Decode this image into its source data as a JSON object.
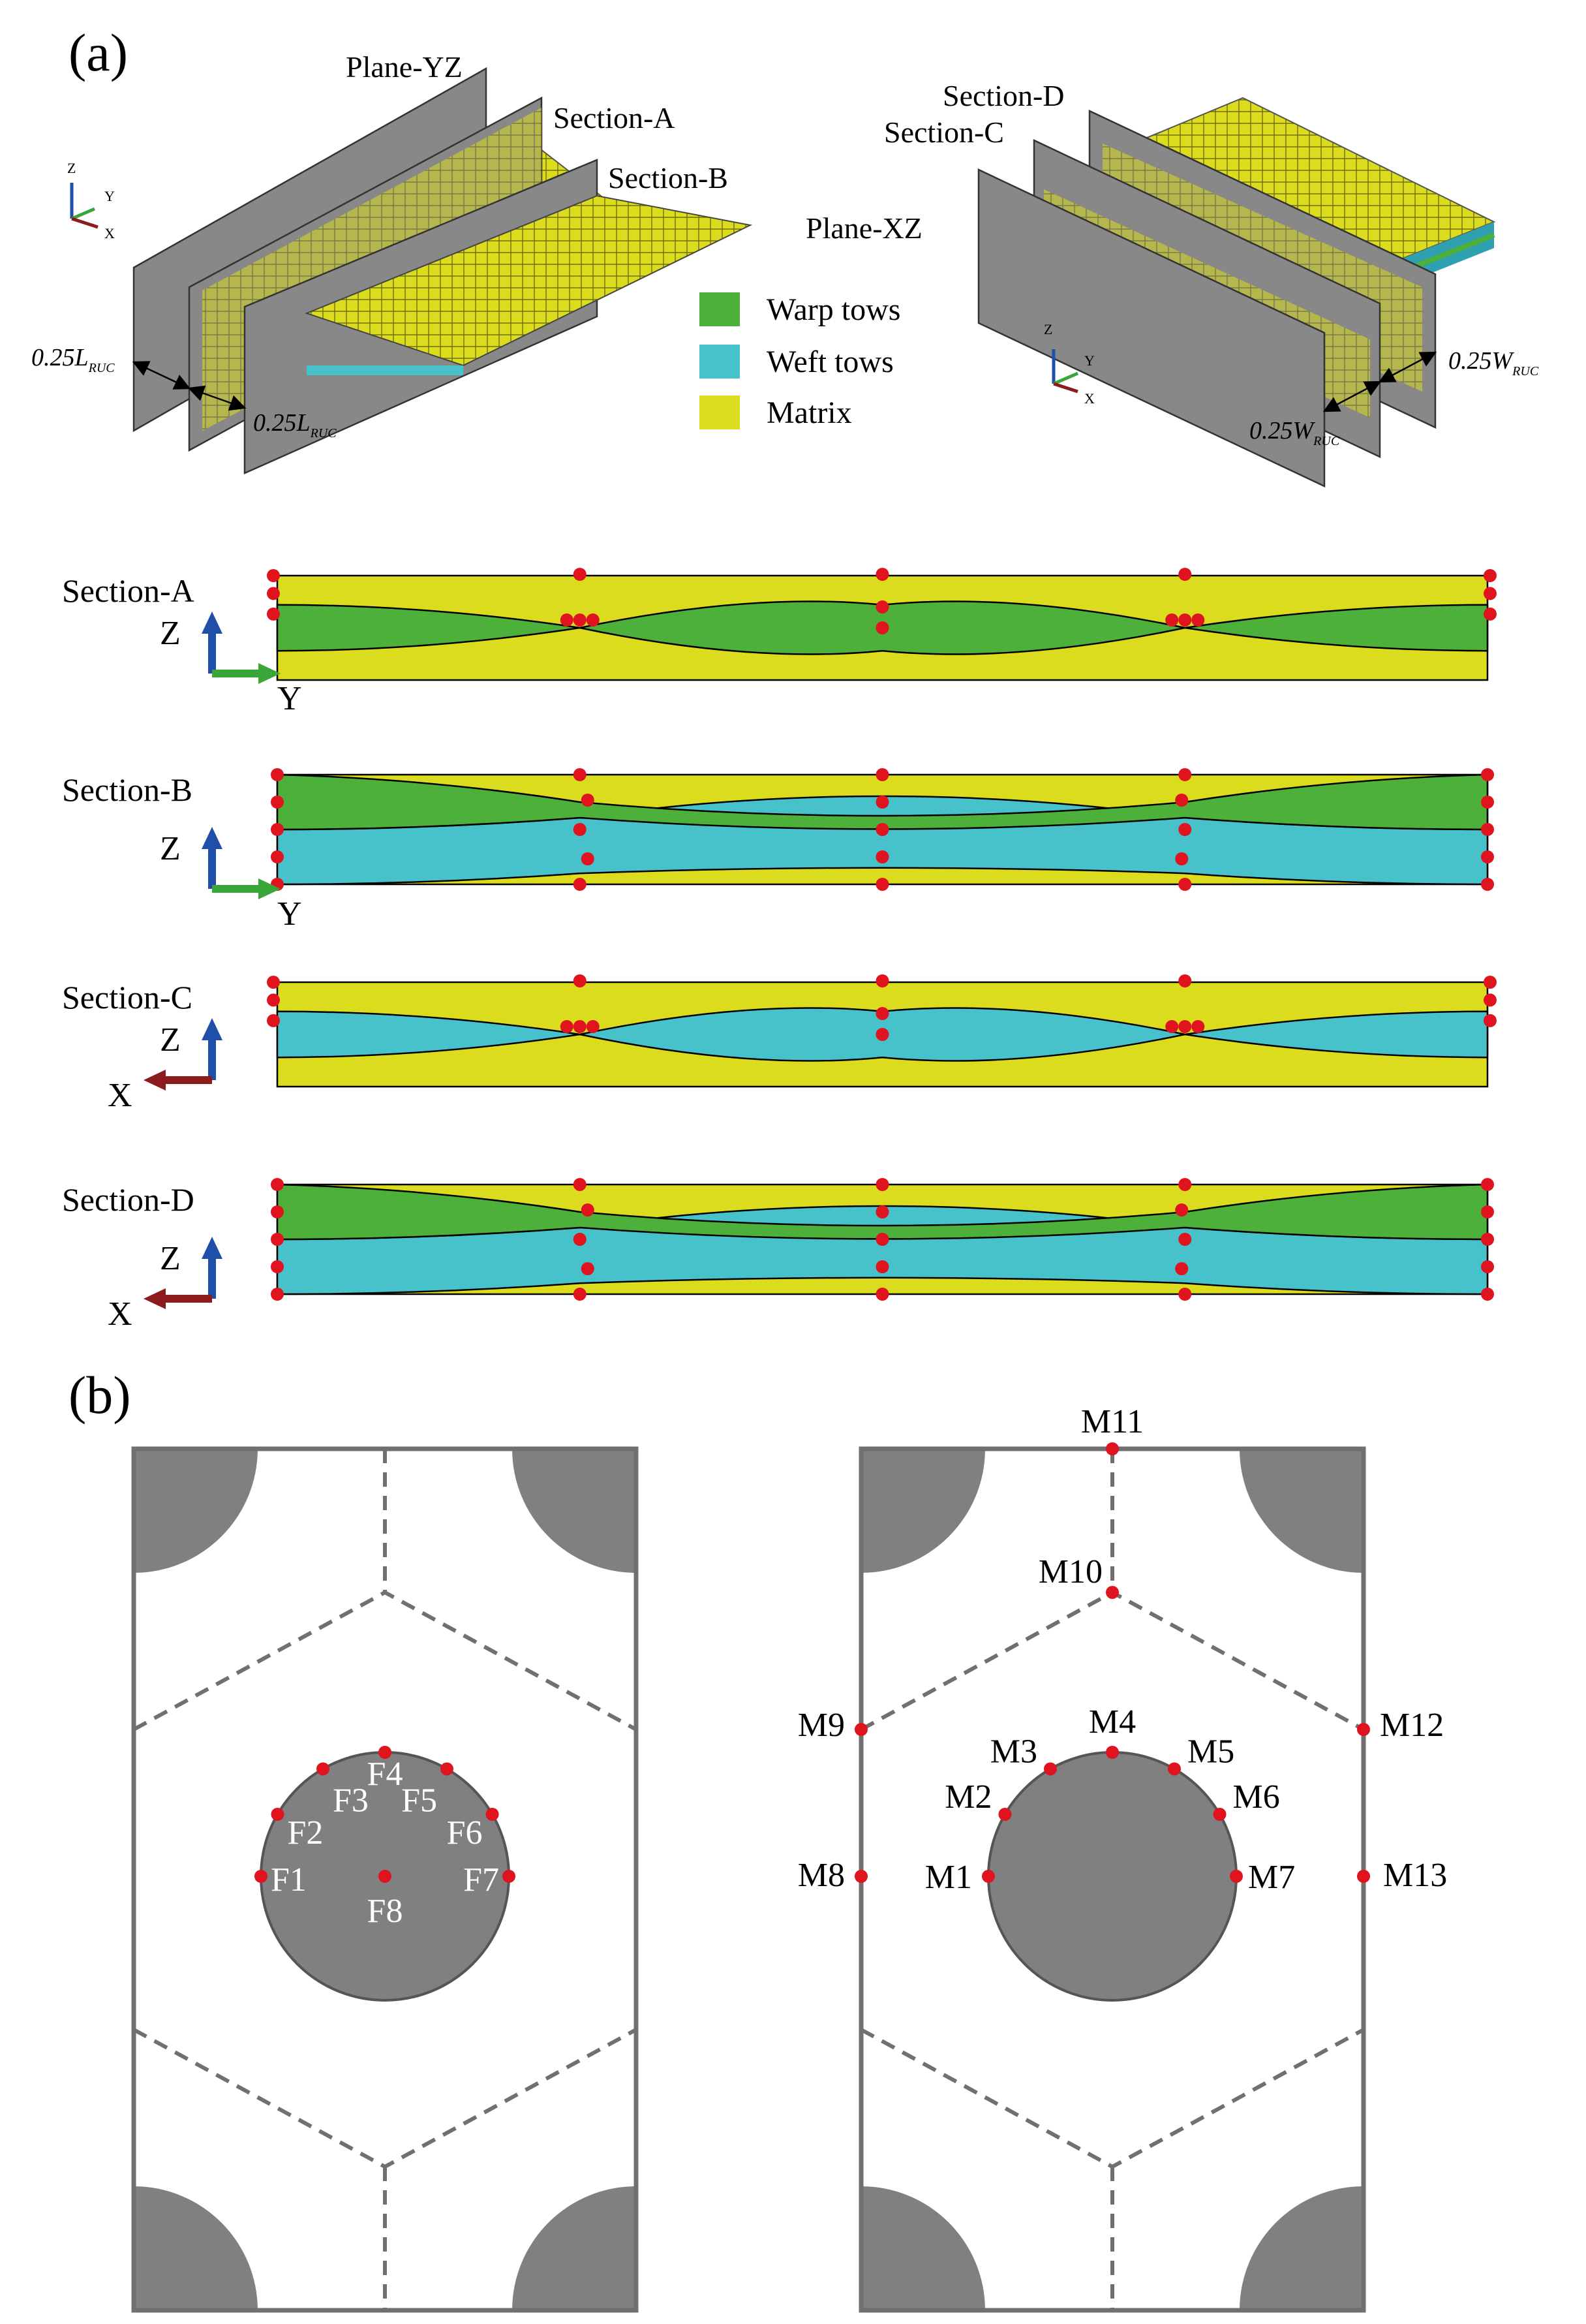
{
  "panel_a": {
    "label": "(a)",
    "iso_left": {
      "plane_label": "Plane-YZ",
      "section1_label": "Section-A",
      "section2_label": "Section-B",
      "dim1": "0.25L",
      "dim1_sub": "RUC",
      "dim2": "0.25L",
      "dim2_sub": "RUC",
      "triad": {
        "z": "Z",
        "y": "Y",
        "x": "X"
      }
    },
    "iso_right": {
      "section1_label": "Section-D",
      "section2_label": "Section-C",
      "plane_label": "Plane-XZ",
      "dim1": "0.25W",
      "dim1_sub": "RUC",
      "dim2": "0.25W",
      "dim2_sub": "RUC",
      "triad": {
        "z": "Z",
        "y": "Y",
        "x": "X"
      }
    },
    "legend": [
      {
        "label": "Warp tows",
        "color": "#4db03a"
      },
      {
        "label": "Weft tows",
        "color": "#47c2cb"
      },
      {
        "label": "Matrix",
        "color": "#dcdc1e"
      }
    ],
    "sections": [
      {
        "title": "Section-A",
        "axis_v": "Z",
        "axis_h": "Y"
      },
      {
        "title": "Section-B",
        "axis_v": "Z",
        "axis_h": "Y"
      },
      {
        "title": "Section-C",
        "axis_v": "Z",
        "axis_h": "X"
      },
      {
        "title": "Section-D",
        "axis_v": "Z",
        "axis_h": "X"
      }
    ]
  },
  "panel_b": {
    "label": "(b)",
    "fiber_points": [
      "F1",
      "F2",
      "F3",
      "F4",
      "F5",
      "F6",
      "F7",
      "F8"
    ],
    "matrix_points": [
      "M1",
      "M2",
      "M3",
      "M4",
      "M5",
      "M6",
      "M7",
      "M8",
      "M9",
      "M10",
      "M11",
      "M12",
      "M13"
    ]
  },
  "colors": {
    "warp": "#4db03a",
    "weft": "#47c2cb",
    "matrix": "#dcdc1e",
    "point": "#e0141e",
    "fiber": "#808080",
    "axis_z": "#1f4fa8",
    "axis_y": "#3aa63a",
    "axis_x": "#8c1c1c"
  }
}
